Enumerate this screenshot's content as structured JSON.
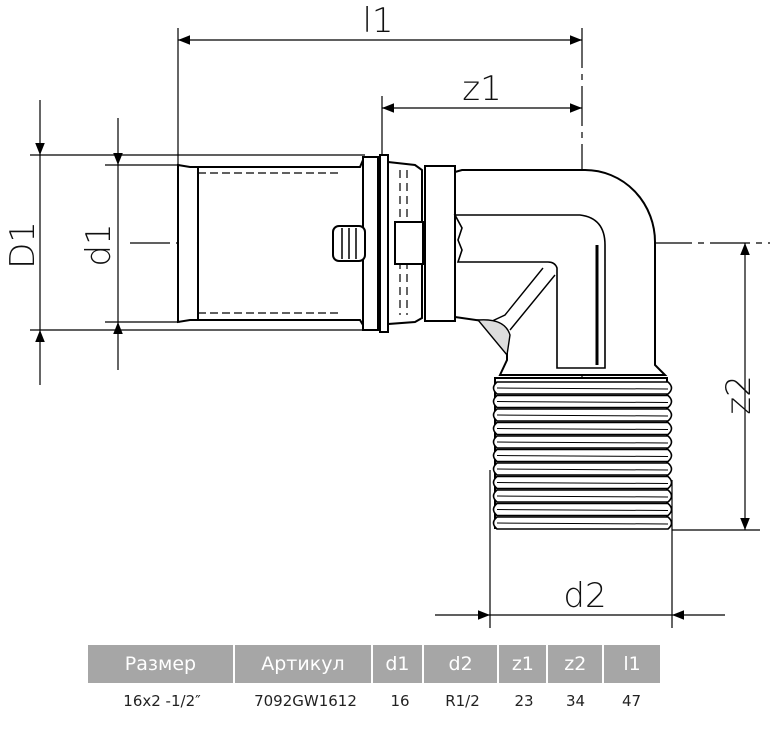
{
  "drawing": {
    "dimensions": {
      "l1": "l1",
      "z1": "z1",
      "D1": "D1",
      "d1": "d1",
      "z2": "z2",
      "d2": "d2"
    }
  },
  "table": {
    "headers": [
      "Размер",
      "Артикул",
      "d1",
      "d2",
      "z1",
      "z2",
      "l1"
    ],
    "rows": [
      [
        "16x2 -1/2″",
        "7092GW1612",
        "16",
        "R1/2",
        "23",
        "34",
        "47"
      ]
    ],
    "header_color": "#a6a6a6"
  }
}
